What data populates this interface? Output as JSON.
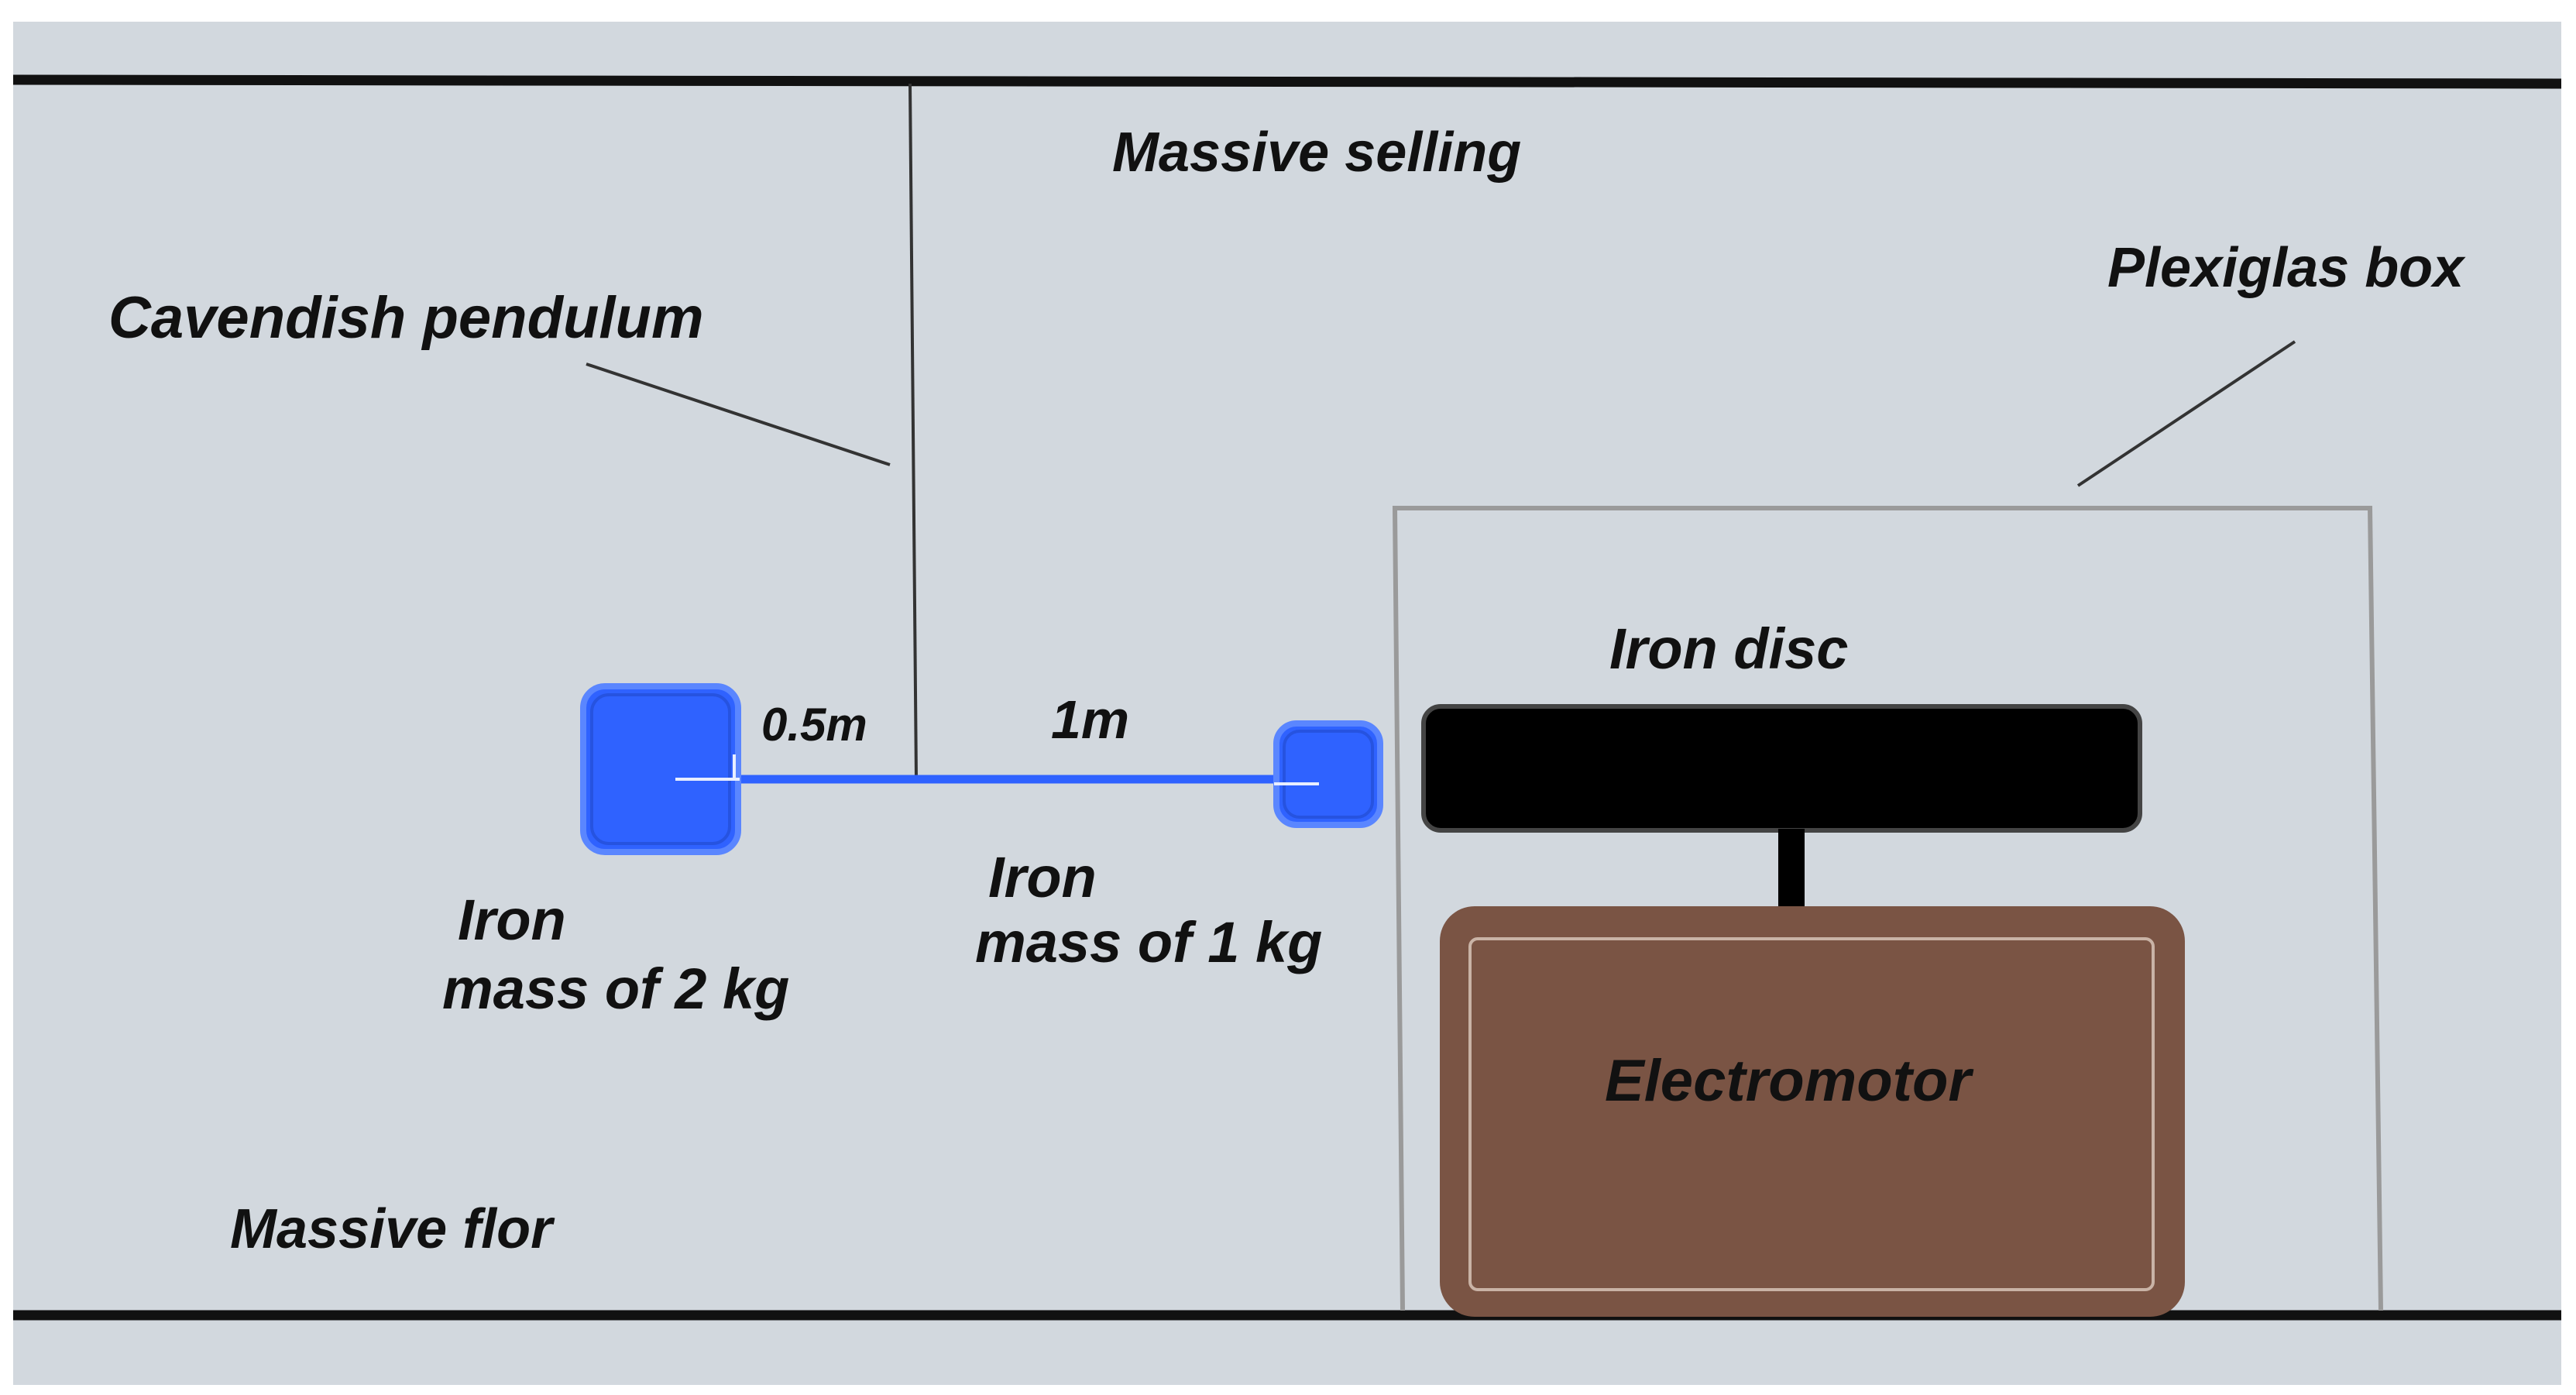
{
  "labels": {
    "ceiling": "Massive selling",
    "floor": "Massive flor",
    "pendulum": "Cavendish pendulum",
    "box": "Plexiglas box",
    "disc": "Iron disc",
    "motor": "Electromotor",
    "mass_large_line1": "Iron",
    "mass_large_line2": "mass of 2 kg",
    "mass_small_line1": "Iron",
    "mass_small_line2": "mass of 1 kg",
    "short_arm": "0.5m",
    "long_arm": "1m"
  },
  "colors": {
    "background": "#d2d8de",
    "iron_mass": "#2f62ff",
    "iron_mass_border": "#5a86ff",
    "disc": "#000000",
    "motor": "#7a5444",
    "box_outline": "#9a9a9a"
  }
}
